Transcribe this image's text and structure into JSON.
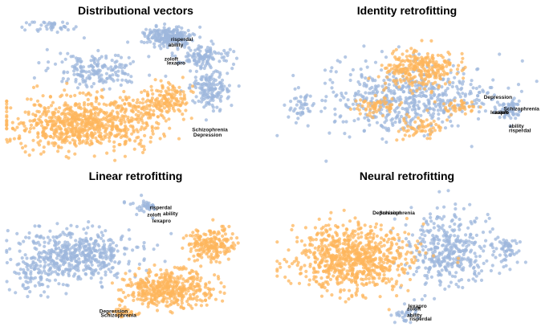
{
  "figure": {
    "colors": {
      "blue": "#9db7dc",
      "orange": "#fdb55c"
    }
  },
  "chart_data": [
    {
      "type": "scatter",
      "title": "Distributional vectors",
      "xlabel": "",
      "ylabel": "",
      "grid": false,
      "series": [
        {
          "color": "#9db7dc",
          "clusters": [
            [
              0.62,
              0.12,
              0.08,
              0.06,
              220
            ],
            [
              0.78,
              0.48,
              0.07,
              0.12,
              160
            ],
            [
              0.35,
              0.35,
              0.15,
              0.1,
              180
            ],
            [
              0.75,
              0.25,
              0.1,
              0.08,
              120
            ],
            [
              0.18,
              0.05,
              0.07,
              0.04,
              40
            ]
          ]
        },
        {
          "color": "#fdb55c",
          "clusters": [
            [
              0.3,
              0.72,
              0.25,
              0.16,
              760
            ],
            [
              0.62,
              0.52,
              0.06,
              0.1,
              90
            ],
            [
              0.55,
              0.6,
              0.1,
              0.08,
              90
            ]
          ]
        }
      ],
      "labels": [
        {
          "text": "risperdal",
          "x": 0.63,
          "y": 0.15
        },
        {
          "text": "ability",
          "x": 0.62,
          "y": 0.19
        },
        {
          "text": "zoloft",
          "x": 0.605,
          "y": 0.285
        },
        {
          "text": "lexapro",
          "x": 0.615,
          "y": 0.315
        },
        {
          "text": "Schizophrenia",
          "x": 0.71,
          "y": 0.775
        },
        {
          "text": "Depression",
          "x": 0.715,
          "y": 0.81
        }
      ]
    },
    {
      "type": "scatter",
      "title": "Identity retrofitting",
      "xlabel": "",
      "ylabel": "",
      "grid": false,
      "series": [
        {
          "color": "#9db7dc",
          "clusters": [
            [
              0.5,
              0.55,
              0.28,
              0.22,
              560
            ],
            [
              0.1,
              0.6,
              0.05,
              0.1,
              40
            ],
            [
              0.88,
              0.62,
              0.05,
              0.06,
              60
            ]
          ]
        },
        {
          "color": "#fdb55c",
          "clusters": [
            [
              0.55,
              0.35,
              0.12,
              0.12,
              280
            ],
            [
              0.38,
              0.6,
              0.07,
              0.07,
              60
            ],
            [
              0.55,
              0.75,
              0.08,
              0.07,
              60
            ],
            [
              0.7,
              0.6,
              0.06,
              0.06,
              40
            ]
          ]
        }
      ],
      "labels": [
        {
          "text": "Depression",
          "x": 0.79,
          "y": 0.55
        },
        {
          "text": "Schizophrenia",
          "x": 0.865,
          "y": 0.63
        },
        {
          "text": "lexapro",
          "x": 0.815,
          "y": 0.655
        },
        {
          "text": "zoloft",
          "x": 0.83,
          "y": 0.655
        },
        {
          "text": "ability",
          "x": 0.885,
          "y": 0.75
        },
        {
          "text": "risperdal",
          "x": 0.885,
          "y": 0.78
        }
      ]
    },
    {
      "type": "scatter",
      "title": "Linear retrofitting",
      "xlabel": "",
      "ylabel": "",
      "grid": false,
      "series": [
        {
          "color": "#9db7dc",
          "clusters": [
            [
              0.28,
              0.48,
              0.2,
              0.15,
              500
            ],
            [
              0.12,
              0.62,
              0.08,
              0.12,
              80
            ],
            [
              0.53,
              0.15,
              0.05,
              0.05,
              40
            ]
          ]
        },
        {
          "color": "#fdb55c",
          "clusters": [
            [
              0.62,
              0.72,
              0.15,
              0.11,
              440
            ],
            [
              0.78,
              0.42,
              0.08,
              0.11,
              200
            ],
            [
              0.45,
              0.88,
              0.05,
              0.04,
              30
            ]
          ]
        }
      ],
      "labels": [
        {
          "text": "risperdal",
          "x": 0.55,
          "y": 0.17
        },
        {
          "text": "ability",
          "x": 0.6,
          "y": 0.21
        },
        {
          "text": "zoloft",
          "x": 0.54,
          "y": 0.22
        },
        {
          "text": "lexapro",
          "x": 0.56,
          "y": 0.26
        },
        {
          "text": "Depression",
          "x": 0.36,
          "y": 0.885
        },
        {
          "text": "Schizophrenia",
          "x": 0.365,
          "y": 0.915
        }
      ]
    },
    {
      "type": "scatter",
      "title": "Neural retrofitting",
      "xlabel": "",
      "ylabel": "",
      "grid": false,
      "series": [
        {
          "color": "#9db7dc",
          "clusters": [
            [
              0.65,
              0.45,
              0.15,
              0.22,
              380
            ],
            [
              0.88,
              0.45,
              0.05,
              0.09,
              60
            ],
            [
              0.5,
              0.9,
              0.04,
              0.06,
              30
            ]
          ]
        },
        {
          "color": "#fdb55c",
          "clusters": [
            [
              0.3,
              0.5,
              0.2,
              0.2,
              780
            ]
          ]
        }
      ],
      "labels": [
        {
          "text": "Depression",
          "x": 0.37,
          "y": 0.205
        },
        {
          "text": "Schizophrenia",
          "x": 0.395,
          "y": 0.205
        },
        {
          "text": "lexapro",
          "x": 0.505,
          "y": 0.85
        },
        {
          "text": "zoloft",
          "x": 0.5,
          "y": 0.87
        },
        {
          "text": "ability",
          "x": 0.5,
          "y": 0.915
        },
        {
          "text": "risperdal",
          "x": 0.51,
          "y": 0.94
        }
      ]
    }
  ]
}
